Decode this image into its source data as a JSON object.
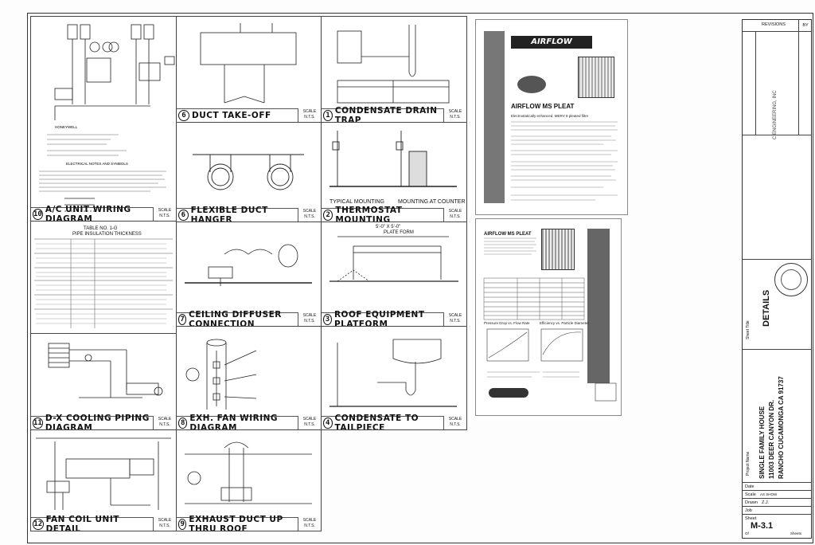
{
  "sheet": {
    "revisions_label": "REVISIONS",
    "by_label": "BY",
    "sheet_title_label": "Sheet Title",
    "sheet_title": "DETAILS",
    "project_name_label": "Project Name",
    "project_lines": [
      "SINGLE FAMILY HOUSE",
      "11003 DEER CANYON DR.",
      "RANCHO CUCAMONGA CA 91737"
    ],
    "date_label": "Date",
    "scale_label": "Scale",
    "scale_value": "AS SHOW",
    "drawn_label": "Drawn",
    "drawn_value": "Z.J.",
    "job_label": "Job",
    "sheet_label": "Sheet",
    "sheet_number": "M-3.1",
    "of_label": "Of",
    "sheets_label": "Sheets",
    "company": "C ENGINEERING, INC"
  },
  "details": [
    {
      "num": "10",
      "title": "A/C UNIT WIRING DIAGRAM"
    },
    {
      "num": "6",
      "title": "DUCT TAKE-OFF"
    },
    {
      "num": "1",
      "title": "CONDENSATE DRAIN TRAP"
    },
    {
      "num": "6",
      "title": "FLEXIBLE DUCT HANGER"
    },
    {
      "num": "2",
      "title": "THERMOSTAT MOUNTING"
    },
    {
      "num": "7",
      "title": "CEILING DIFFUSER CONNECTION"
    },
    {
      "num": "3",
      "title": "ROOF EQUIPMENT PLATFORM"
    },
    {
      "num": "11",
      "title": "D-X COOLING PIPING DIAGRAM"
    },
    {
      "num": "8",
      "title": "EXH. FAN WIRING DIAGRAM"
    },
    {
      "num": "4",
      "title": "CONDENSATE TO TAILPIECE"
    },
    {
      "num": "12",
      "title": "FAN COIL UNIT DETAIL"
    },
    {
      "num": "9",
      "title": "EXHAUST DUCT UP THRU ROOF"
    }
  ],
  "scale_text": {
    "label": "SCALE",
    "value": "N.T.S."
  },
  "annotations": {
    "typical_mounting": "TYPICAL MOUNTING",
    "mounting_at_counter": "MOUNTING AT COUNTER",
    "plate_dim": "5'-0\" X 5'-0\"",
    "plate_form": "PLATE FORM",
    "table_title": "TABLE NO. 1-G",
    "table_subtitle": "PIPE INSULATION THICKNESS",
    "electrical_notes": "ELECTRICAL NOTES AND SYMBOLS",
    "honeywell": "HONEYWELL"
  },
  "brochure1": {
    "brand": "AIRFLOW",
    "product": "AIRFLOW MS PLEAT",
    "tagline": "Electrostatically enhanced, MERV 8 pleated filter"
  },
  "brochure2": {
    "product": "AIRFLOW MS PLEAT",
    "chart1": "Pressure Drop vs. Flow Rate",
    "chart2": "Efficiency vs. Particle Diameter"
  }
}
